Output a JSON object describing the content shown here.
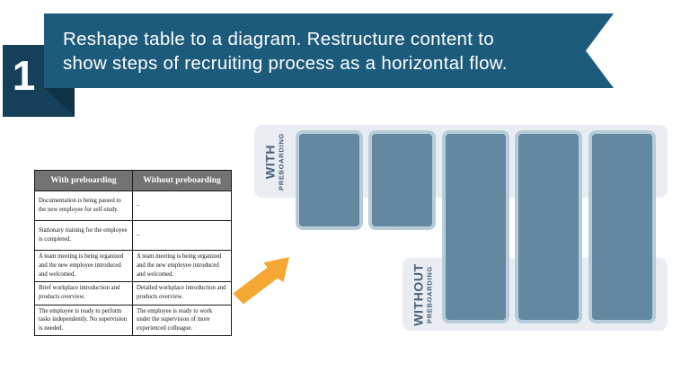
{
  "slide": {
    "step_number": "1",
    "banner": {
      "line1": "Reshape table to a diagram. Restructure content to",
      "line2": "show steps of recruiting process as a horizontal flow."
    }
  },
  "table": {
    "headers": [
      "With preboarding",
      "Without preboarding"
    ],
    "rows": [
      {
        "with": "Documentation is being passed to the new employee for self-study.",
        "without": "–"
      },
      {
        "with": "Stationary training for the employee is completed.",
        "without": "–"
      },
      {
        "with": "A team meeting is being organized and the new employee introduced and welcomed.",
        "without": "A team meeting is being organized and the new employee introduced and welcomed."
      },
      {
        "with": "Brief workplace introduction and products overview.",
        "without": "Detailed workplace introduction and products overview."
      },
      {
        "with": "The employee is ready to perform tasks independently. No supervision is needed.",
        "without": "The employee is ready to work under the supervision of more experienced colleague."
      }
    ]
  },
  "diagram": {
    "with_band": {
      "title": "WITH",
      "subtitle": "PREBOARDING",
      "card_count": 5
    },
    "without_band": {
      "title": "WITHOUT",
      "subtitle": "PREBOARDING",
      "card_count": 3
    },
    "shared_tall_cards": 3
  },
  "icons": {
    "arrow": "up-right-arrow"
  },
  "colors": {
    "banner": "#1D5B7C",
    "badge": "#16405A",
    "badge_fold": "#0E3247",
    "table_header": "#737373",
    "band_background": "#E9EDF2",
    "card_fill": "#63889F",
    "card_border": "#B7CCD9",
    "band_label_text": "#47617A",
    "arrow": "#F5A733"
  }
}
